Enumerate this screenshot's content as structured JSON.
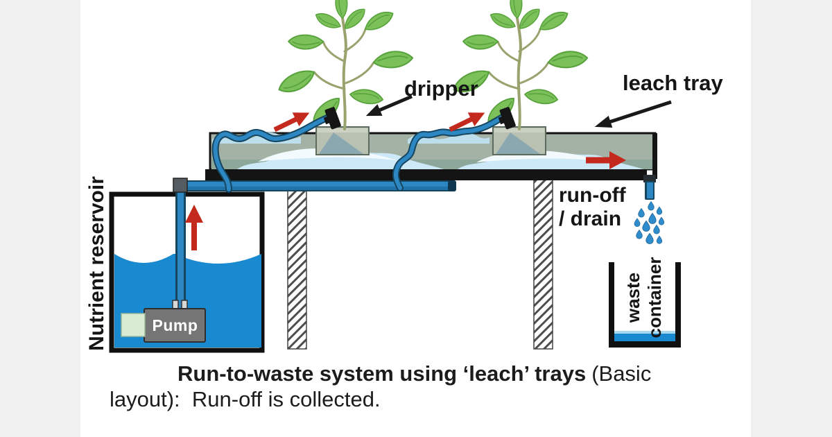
{
  "labels": {
    "dripper": "dripper",
    "leach_tray": "leach tray",
    "runoff_line1": "run-off",
    "runoff_line2": "/ drain",
    "nutrient_reservoir": "Nutrient reservoir",
    "waste_container_line1": "waste",
    "waste_container_line2": "container",
    "pump": "Pump"
  },
  "caption": {
    "line1_bold": "Run-to-waste system using ‘leach’ trays",
    "line1_regular": "(Basic",
    "line2": "layout):  Run-off is collected."
  },
  "colors": {
    "water_blue": "#1a8ad0",
    "pipe_blue": "#2d87c3",
    "tray_green": "#a3b2a4",
    "arrow_red": "#c4291e",
    "leaf_green": "#7cc05a",
    "side_bar_gray": "#f0f0f0"
  }
}
